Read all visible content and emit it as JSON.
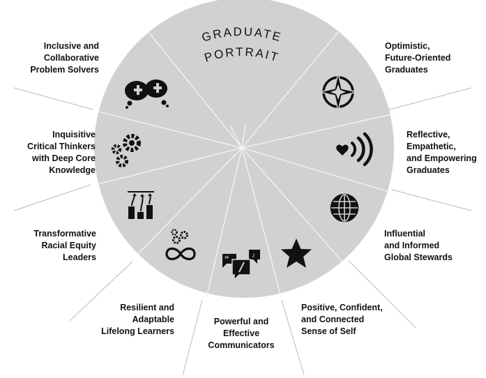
{
  "title_lines": [
    "GRADUATE",
    "PORTRAIT"
  ],
  "colors": {
    "wheel": "#d1d1d1",
    "spokes": "#f5f5f5",
    "icons": "#111111",
    "leaders": "#c4c4c4",
    "text": "#111111"
  },
  "attributes": [
    {
      "lines": [
        "Optimistic,",
        "Future-Oriented",
        "Graduates"
      ],
      "icon": "compass-star-icon"
    },
    {
      "lines": [
        "Reflective,",
        "Empathetic,",
        "and Empowering",
        "Graduates"
      ],
      "icon": "heart-signal-icon"
    },
    {
      "lines": [
        "Influential",
        "and Informed",
        "Global Stewards"
      ],
      "icon": "globe-icon"
    },
    {
      "lines": [
        "Positive, Confident,",
        "and Connected",
        "Sense of Self"
      ],
      "icon": "star-icon"
    },
    {
      "lines": [
        "Powerful and",
        "Effective",
        "Communicators"
      ],
      "icon": "speech-bubbles-icon"
    },
    {
      "lines": [
        "Resilient and",
        "Adaptable",
        "Lifelong Learners"
      ],
      "icon": "infinity-gears-icon"
    },
    {
      "lines": [
        "Transformative",
        "Racial Equity",
        "Leaders"
      ],
      "icon": "rising-arrows-icon"
    },
    {
      "lines": [
        "Inquisitive",
        "Critical Thinkers",
        "with Deep Core",
        "Knowledge"
      ],
      "icon": "gears-icon"
    },
    {
      "lines": [
        "Inclusive and",
        "Collaborative",
        "Problem Solvers"
      ],
      "icon": "collaboration-bubbles-icon"
    }
  ]
}
